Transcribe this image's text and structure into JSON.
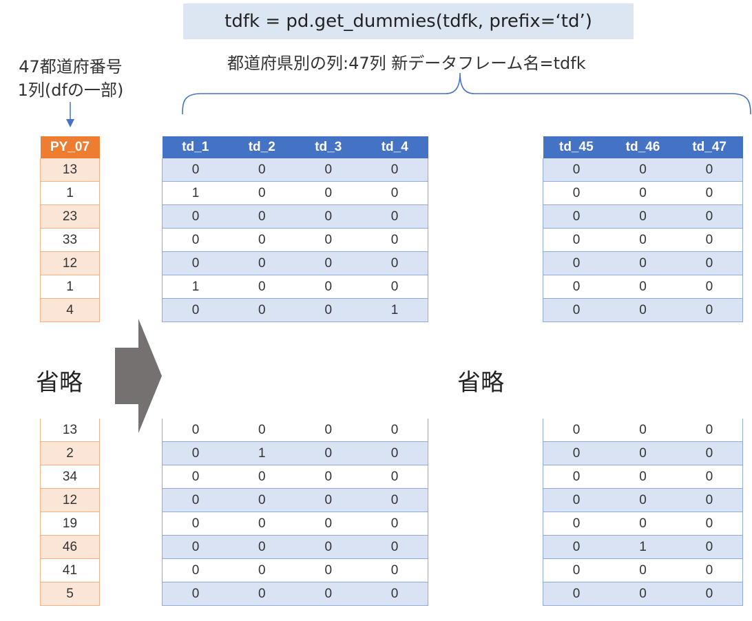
{
  "code": "tdfk = pd.get_dummies(tdfk, prefix=‘td’)",
  "annotation": "都道府県別の列:47列  新データフレーム名=tdfk",
  "source_label": {
    "line1": "47都道府番号",
    "line2": "1列(dfの一部)"
  },
  "omitted_label": "省略",
  "source_table": {
    "header": "PY_07",
    "top_rows": [
      "13",
      "1",
      "23",
      "33",
      "12",
      "1",
      "4"
    ],
    "bottom_rows": [
      "13",
      "2",
      "34",
      "12",
      "19",
      "46",
      "41",
      "5"
    ]
  },
  "dummy_left": {
    "headers": [
      "td_1",
      "td_2",
      "td_3",
      "td_4"
    ],
    "top_rows": [
      [
        "0",
        "0",
        "0",
        "0"
      ],
      [
        "1",
        "0",
        "0",
        "0"
      ],
      [
        "0",
        "0",
        "0",
        "0"
      ],
      [
        "0",
        "0",
        "0",
        "0"
      ],
      [
        "0",
        "0",
        "0",
        "0"
      ],
      [
        "1",
        "0",
        "0",
        "0"
      ],
      [
        "0",
        "0",
        "0",
        "1"
      ]
    ],
    "bottom_rows": [
      [
        "0",
        "0",
        "0",
        "0"
      ],
      [
        "0",
        "1",
        "0",
        "0"
      ],
      [
        "0",
        "0",
        "0",
        "0"
      ],
      [
        "0",
        "0",
        "0",
        "0"
      ],
      [
        "0",
        "0",
        "0",
        "0"
      ],
      [
        "0",
        "0",
        "0",
        "0"
      ],
      [
        "0",
        "0",
        "0",
        "0"
      ],
      [
        "0",
        "0",
        "0",
        "0"
      ]
    ]
  },
  "dummy_right": {
    "headers": [
      "td_45",
      "td_46",
      "td_47"
    ],
    "top_rows": [
      [
        "0",
        "0",
        "0"
      ],
      [
        "0",
        "0",
        "0"
      ],
      [
        "0",
        "0",
        "0"
      ],
      [
        "0",
        "0",
        "0"
      ],
      [
        "0",
        "0",
        "0"
      ],
      [
        "0",
        "0",
        "0"
      ],
      [
        "0",
        "0",
        "0"
      ]
    ],
    "bottom_rows": [
      [
        "0",
        "0",
        "0"
      ],
      [
        "0",
        "0",
        "0"
      ],
      [
        "0",
        "0",
        "0"
      ],
      [
        "0",
        "0",
        "0"
      ],
      [
        "0",
        "0",
        "0"
      ],
      [
        "0",
        "1",
        "0"
      ],
      [
        "0",
        "0",
        "0"
      ],
      [
        "0",
        "0",
        "0"
      ]
    ]
  },
  "colors": {
    "source_header": "#ed7d31",
    "source_band": "#fbe5d6",
    "dummy_header": "#4472c4",
    "dummy_band": "#dae3f3",
    "banner": "#dce6f2",
    "arrow": "#767171"
  }
}
